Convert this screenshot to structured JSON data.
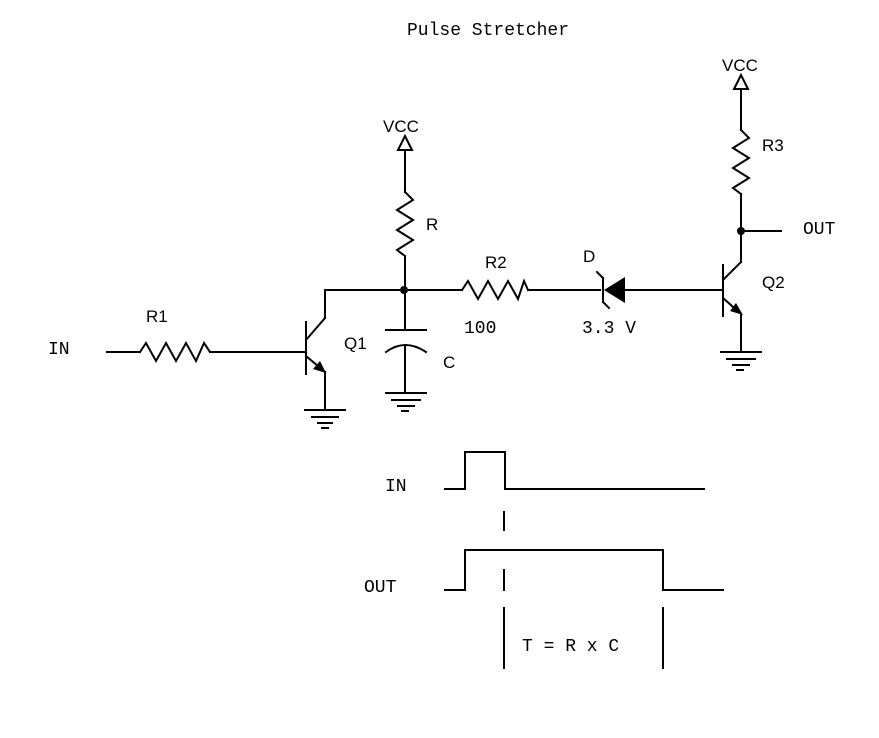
{
  "title": "Pulse Stretcher",
  "labels": {
    "in": "IN",
    "out": "OUT",
    "r1": "R1",
    "q1": "Q1",
    "vcc1": "VCC",
    "r": "R",
    "c": "C",
    "r2": "R2",
    "r2_value": "100",
    "d": "D",
    "d_value": "3.3 V",
    "vcc2": "VCC",
    "r3": "R3",
    "q2": "Q2"
  },
  "timing": {
    "in_label": "IN",
    "out_label": "OUT",
    "formula": "T = R x C"
  }
}
